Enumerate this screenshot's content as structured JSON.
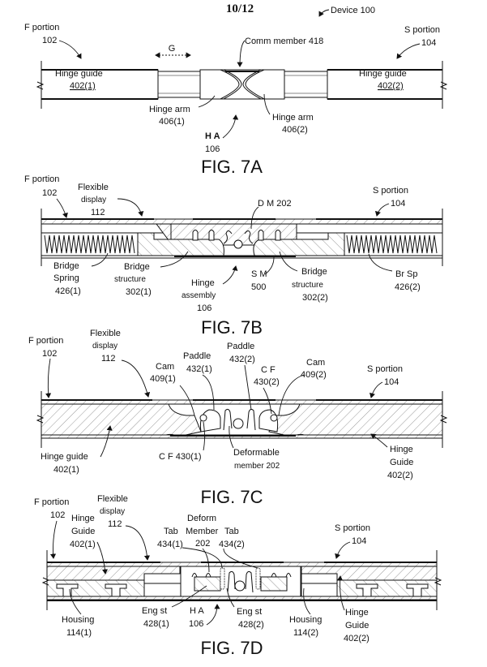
{
  "page": {
    "sheet_number": "10/12",
    "device_label": "Device 100"
  },
  "colors": {
    "ink": "#111111",
    "paper": "#ffffff"
  },
  "figures": {
    "fig7a": {
      "caption": "FIG. 7A",
      "labels": {
        "f_portion": "F portion",
        "f_portion_ref": "102",
        "s_portion": "S portion",
        "s_portion_ref": "104",
        "gap": "G",
        "comm_member": "Comm member 418",
        "hinge_guide_1": "Hinge guide",
        "hinge_guide_1_ref": "402(1)",
        "hinge_guide_2": "Hinge guide",
        "hinge_guide_2_ref": "402(2)",
        "hinge_arm_1": "Hinge arm",
        "hinge_arm_1_ref": "406(1)",
        "hinge_arm_2": "Hinge arm",
        "hinge_arm_2_ref": "406(2)",
        "ha": "H A",
        "ha_ref": "106"
      }
    },
    "fig7b": {
      "caption": "FIG. 7B",
      "labels": {
        "f_portion": "F portion",
        "f_portion_ref": "102",
        "flexible": "Flexible",
        "display": "display",
        "display_ref": "112",
        "s_portion": "S portion",
        "s_portion_ref": "104",
        "dm": "D M 202",
        "bridge_spring_1a": "Bridge",
        "bridge_spring_1b": "Spring",
        "bridge_spring_1_ref": "426(1)",
        "bridge_structure_1a": "Bridge",
        "bridge_structure_1b": "structure",
        "bridge_structure_1_ref": "302(1)",
        "hinge_assembly_a": "Hinge",
        "hinge_assembly_b": "assembly",
        "hinge_assembly_ref": "106",
        "sm": "S M",
        "sm_ref": "500",
        "bridge_structure_2a": "Bridge",
        "bridge_structure_2b": "structure",
        "bridge_structure_2_ref": "302(2)",
        "br_sp": "Br Sp",
        "br_sp_ref": "426(2)"
      }
    },
    "fig7c": {
      "caption": "FIG. 7C",
      "labels": {
        "f_portion": "F portion",
        "f_portion_ref": "102",
        "flexible": "Flexible",
        "display": "display",
        "display_ref": "112",
        "cam_1": "Cam",
        "cam_1_ref": "409(1)",
        "paddle_1": "Paddle",
        "paddle_1_ref": "432(1)",
        "paddle_2": "Paddle",
        "paddle_2_ref": "432(2)",
        "cf_2": "C F",
        "cf_2_ref": "430(2)",
        "cam_2": "Cam",
        "cam_2_ref": "409(2)",
        "s_portion": "S portion",
        "s_portion_ref": "104",
        "hinge_guide_1": "Hinge guide",
        "hinge_guide_1_ref": "402(1)",
        "cf_1": "C F 430(1)",
        "deformable_a": "Deformable",
        "deformable_b": "member 202",
        "hinge_guide_2a": "Hinge",
        "hinge_guide_2b": "Guide",
        "hinge_guide_2_ref": "402(2)"
      }
    },
    "fig7d": {
      "caption": "FIG. 7D",
      "labels": {
        "f_portion": "F portion",
        "f_portion_ref": "102",
        "flexible": "Flexible",
        "display": "display",
        "display_ref": "112",
        "hinge_guide_1a": "Hinge",
        "hinge_guide_1b": "Guide",
        "hinge_guide_1_ref": "402(1)",
        "tab_1": "Tab",
        "tab_1_ref": "434(1)",
        "deform_a": "Deform",
        "deform_b": "Member",
        "deform_ref": "202",
        "tab_2": "Tab",
        "tab_2_ref": "434(2)",
        "s_portion": "S portion",
        "s_portion_ref": "104",
        "housing_1": "Housing",
        "housing_1_ref": "114(1)",
        "eng_st_1": "Eng st",
        "eng_st_1_ref": "428(1)",
        "ha": "H A",
        "ha_ref": "106",
        "eng_st_2": "Eng st",
        "eng_st_2_ref": "428(2)",
        "housing_2": "Housing",
        "housing_2_ref": "114(2)",
        "hinge_guide_2a": "Hinge",
        "hinge_guide_2b": "Guide",
        "hinge_guide_2_ref": "402(2)"
      }
    }
  }
}
